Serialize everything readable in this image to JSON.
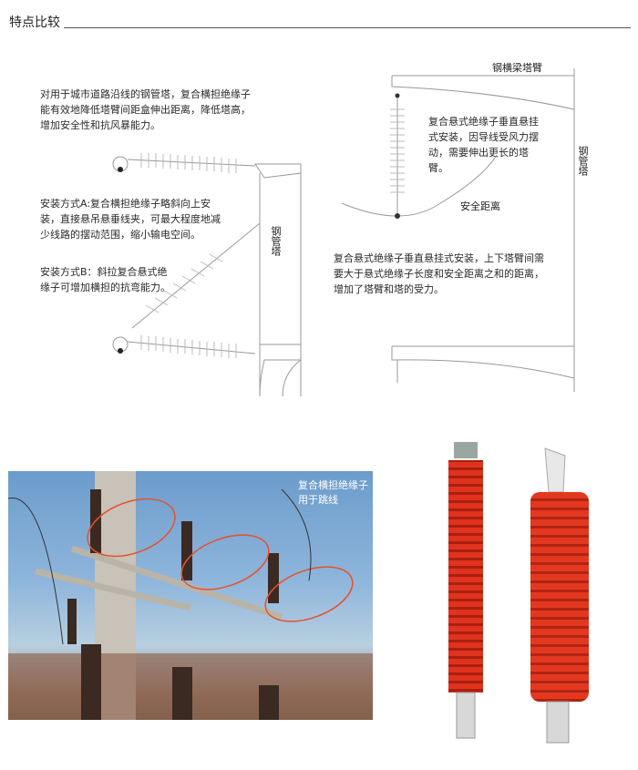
{
  "header": {
    "title": "特点比较"
  },
  "left_diagram": {
    "intro": "对用于城市道路沿线的钢管塔，复合横担绝缘子能有效地降低塔臂间距盒伸出距离，降低塔高，增加安全性和抗风暴能力。",
    "method_a": "安装方式A:复合横担绝缘子略斜向上安装，直接悬吊悬垂线夹，可最大程度地减少线路的摆动范围，缩小输电空间。",
    "method_b": "安装方式B：斜拉复合悬式绝缘子可增加横担的抗弯能力。",
    "tower_label": "钢管塔"
  },
  "right_diagram": {
    "beam_label": "钢横梁塔臂",
    "tower_label": "钢管塔",
    "note": "复合悬式绝缘子垂直悬挂式安装，因导线受风力摆动，需要伸出更长的塔臂。",
    "safety_label": "安全距离",
    "summary": "复合悬式绝缘子垂直悬挂式安装，上下塔臂间需要大于悬式绝缘子长度和安全距离之和的距离，增加了塔臂和塔的受力。"
  },
  "photo": {
    "caption": "复合横担绝缘子用于跳线"
  },
  "colors": {
    "insulator_red": "#e0321e",
    "ring_orange": "#e8502a",
    "sky": "#7fa9d4"
  }
}
